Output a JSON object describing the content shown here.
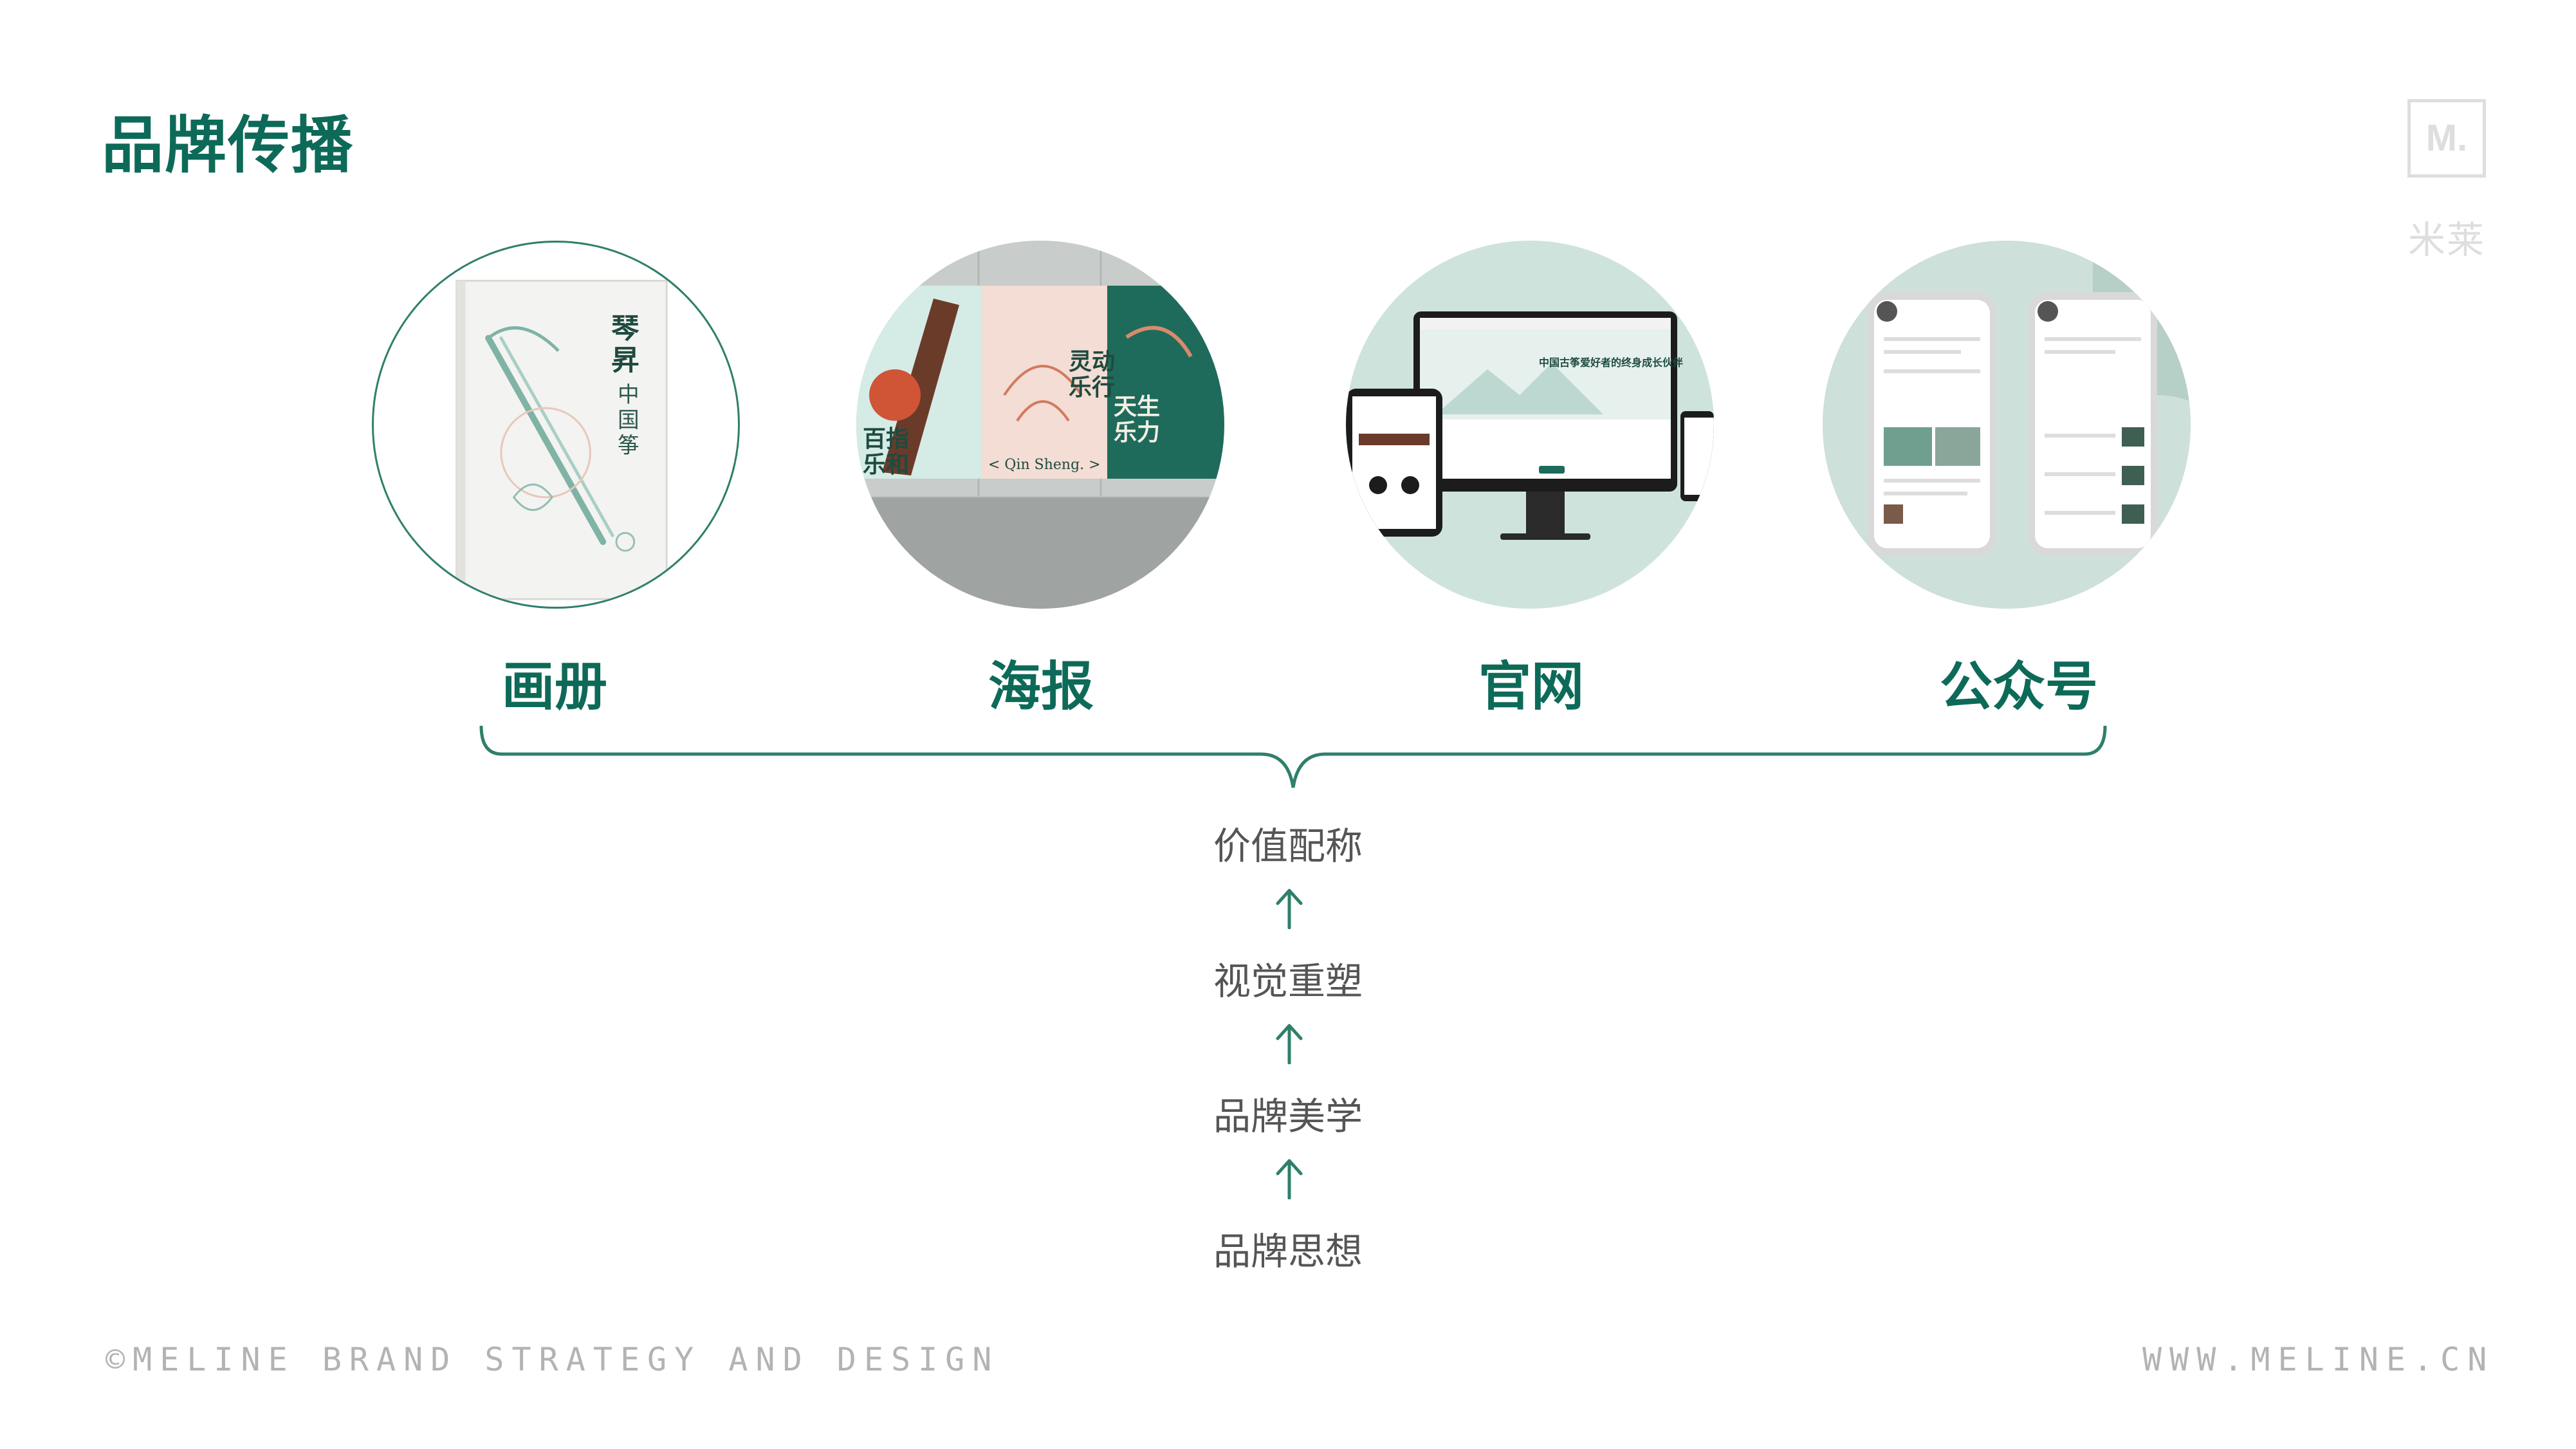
{
  "header": {
    "title": "品牌传播"
  },
  "logo": {
    "mark": "M.",
    "name_cn": "米莱"
  },
  "channels": [
    {
      "label": "画册",
      "image": "brochure-mockup"
    },
    {
      "label": "海报",
      "image": "poster-mockup"
    },
    {
      "label": "官网",
      "image": "website-mockup"
    },
    {
      "label": "公众号",
      "image": "wechat-mockup"
    }
  ],
  "mockup_text": {
    "brochure_title": "琴昇·中国筝",
    "poster_lines": [
      "灵动",
      "乐行",
      "天生",
      "乐力",
      "百指",
      "乐和",
      "< Qin Sheng. >"
    ],
    "website_headline": "中国古筝爱好者的终身成长伙伴"
  },
  "chain": [
    {
      "text": "价值配称"
    },
    {
      "text": "视觉重塑"
    },
    {
      "text": "品牌美学"
    },
    {
      "text": "品牌思想"
    }
  ],
  "footer": {
    "left": "©MELINE BRAND STRATEGY AND DESIGN",
    "right": "WWW.MELINE.CN"
  },
  "colors": {
    "brand_green": "#0d6a58",
    "text_gray": "#555555",
    "footer_gray": "#b3b3b3"
  }
}
